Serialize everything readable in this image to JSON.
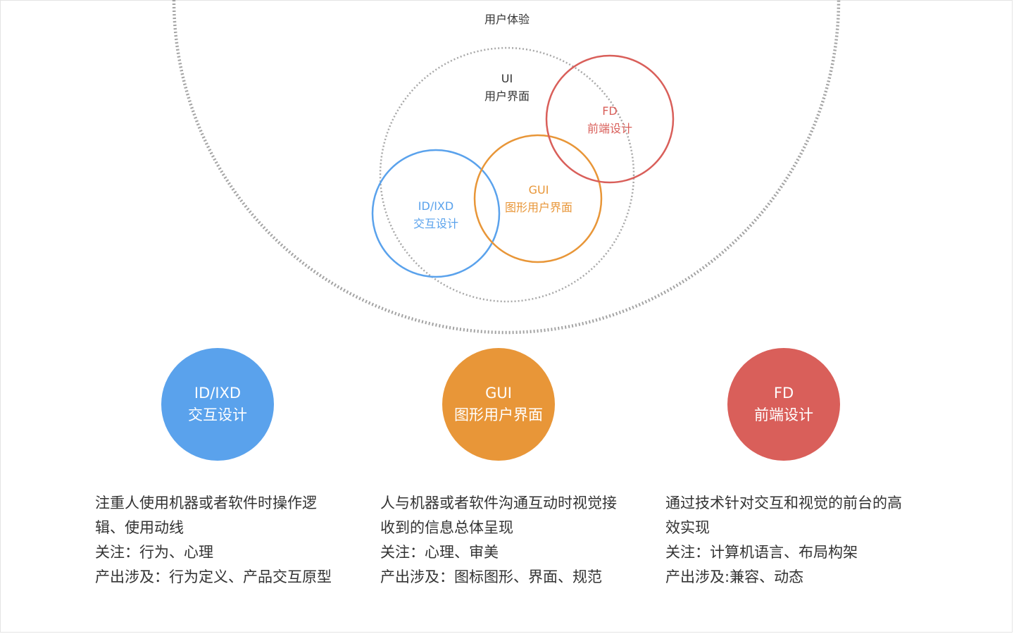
{
  "colors": {
    "ux_ring": "#a3a3a3",
    "ui_ring": "#a8a8a8",
    "idixd": "#5aa2ec",
    "gui": "#e89638",
    "fd": "#d95f5a",
    "text": "#333333"
  },
  "venn": {
    "ux": {
      "label": "用户体验"
    },
    "ui": {
      "abbr": "UI",
      "label": "用户界面"
    },
    "idixd": {
      "abbr": "ID/IXD",
      "label": "交互设计"
    },
    "gui": {
      "abbr": "GUI",
      "label": "图形用户界面"
    },
    "fd": {
      "abbr": "FD",
      "label": "前端设计"
    }
  },
  "cards": [
    {
      "abbr": "ID/IXD",
      "label": "交互设计",
      "desc_1": "注重人使用机器或者软件时操作逻",
      "desc_2": "辑、使用动线",
      "focus": "关注：行为、心理",
      "output": "产出涉及：行为定义、产品交互原型"
    },
    {
      "abbr": "GUI",
      "label": "图形用户界面",
      "desc_1": "人与机器或者软件沟通互动时视觉接",
      "desc_2": "收到的信息总体呈现",
      "focus": "关注：心理、审美",
      "output": "产出涉及：图标图形、界面、规范"
    },
    {
      "abbr": "FD",
      "label": "前端设计",
      "desc_1": "通过技术针对交互和视觉的前台的高",
      "desc_2": "效实现",
      "focus": "关注：计算机语言、布局构架",
      "output": "产出涉及:兼容、动态"
    }
  ]
}
